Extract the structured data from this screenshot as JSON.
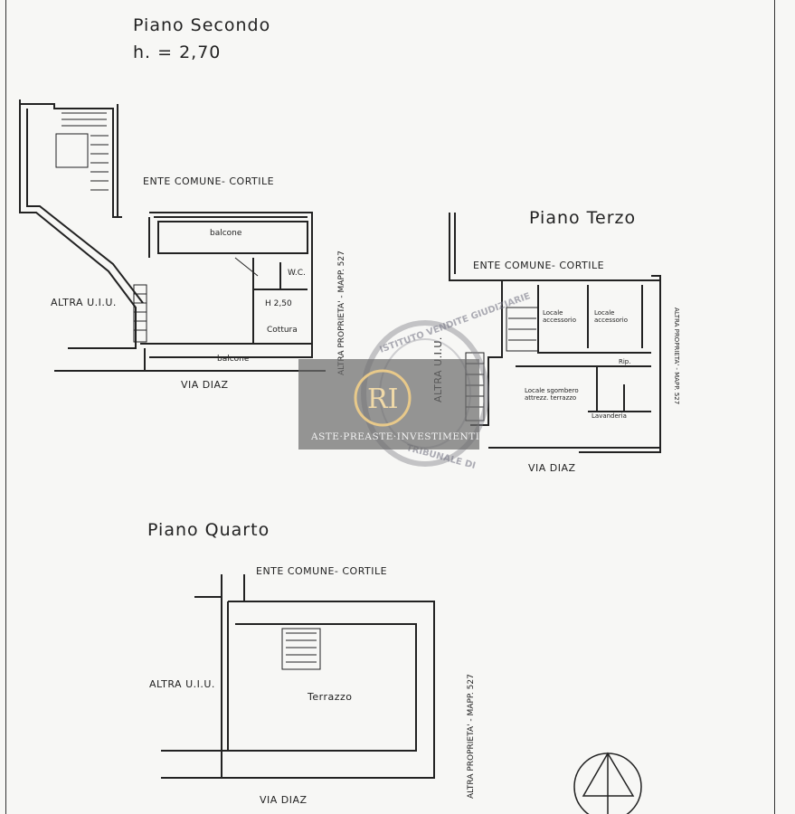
{
  "floor2": {
    "title": "Piano Secondo",
    "height": "h. = 2,70",
    "courtyard": "ENTE COMUNE- CORTILE",
    "balcony_top": "balcone",
    "balcony_bottom": "balcone",
    "wc": "W.C.",
    "kitchen_h": "H 2,50",
    "kitchen": "Cottura",
    "other_unit": "ALTRA U.I.U.",
    "street": "VIA DIAZ",
    "other_property": "ALTRA PROPRIETA' - MAPP. 527"
  },
  "floor3": {
    "title": "Piano Terzo",
    "courtyard": "ENTE COMUNE- CORTILE",
    "room1": "Locale accessorio",
    "room2": "Locale accessorio",
    "storage": "Rip.",
    "room3": "Locale sgombero attrezz. terrazzo",
    "laundry": "Lavanderia",
    "other_unit": "ALTRA U.I.U.",
    "street": "VIA DIAZ",
    "other_property": "ALTRA PROPRIETA' - MAPP. 527"
  },
  "floor4": {
    "title": "Piano Quarto",
    "courtyard": "ENTE COMUNE- CORTILE",
    "terrace": "Terrazzo",
    "other_unit": "ALTRA U.I.U.",
    "street": "VIA DIAZ",
    "other_property": "ALTRA PROPRIETA' - MAPP. 527"
  },
  "watermark": {
    "brand": "ASTE·PREASTE·INVESTIMENTI",
    "seal_top": "ISTITUTO VENDITE GIUDIZIARIE",
    "seal_bottom": "TRIBUNALE DI",
    "logo_letters": "RI"
  }
}
